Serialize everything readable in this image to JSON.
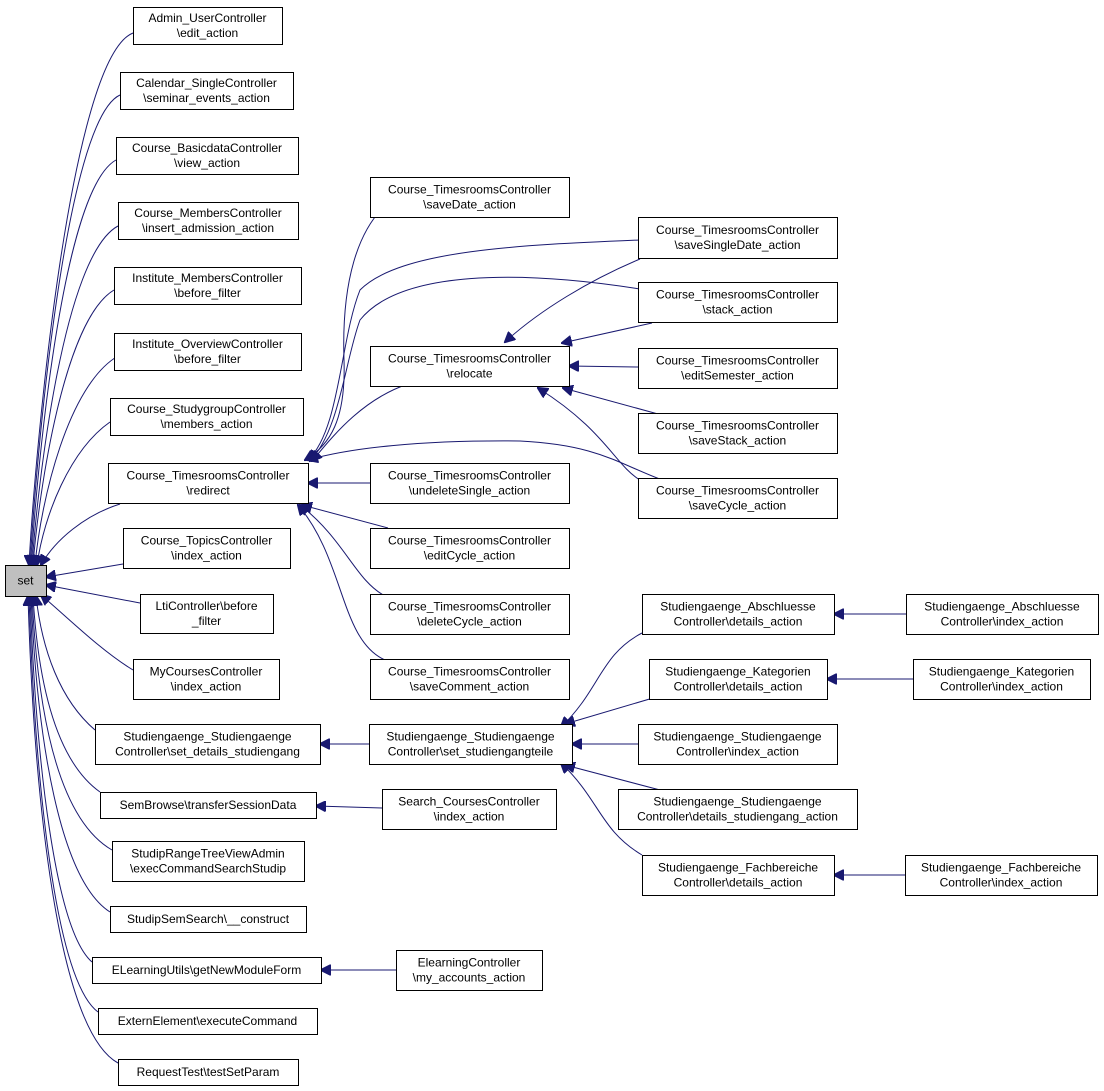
{
  "graph": {
    "edge_color": "#191970",
    "root_fill": "#bfbfbf",
    "node_fill": "#ffffff",
    "nodes": {
      "set": [
        "set"
      ],
      "admin_user": [
        "Admin_UserController",
        "\\edit_action"
      ],
      "calendar_single": [
        "Calendar_SingleController",
        "\\seminar_events_action"
      ],
      "course_basicdata": [
        "Course_BasicdataController",
        "\\view_action"
      ],
      "course_members": [
        "Course_MembersController",
        "\\insert_admission_action"
      ],
      "institute_members": [
        "Institute_MembersController",
        "\\before_filter"
      ],
      "institute_overview": [
        "Institute_OverviewController",
        "\\before_filter"
      ],
      "course_studygroup": [
        "Course_StudygroupController",
        "\\members_action"
      ],
      "ctr_redirect": [
        "Course_TimesroomsController",
        "\\redirect"
      ],
      "course_topics": [
        "Course_TopicsController",
        "\\index_action"
      ],
      "lti": [
        "LtiController\\before",
        "_filter"
      ],
      "mycourses": [
        "MyCoursesController",
        "\\index_action"
      ],
      "stud_set_details": [
        "Studiengaenge_Studiengaenge",
        "Controller\\set_details_studiengang"
      ],
      "sembrowse": [
        "SemBrowse\\transferSessionData"
      ],
      "studip_range": [
        "StudipRangeTreeViewAdmin",
        "\\execCommandSearchStudip"
      ],
      "studip_semsearch": [
        "StudipSemSearch\\__construct"
      ],
      "elearning_utils": [
        "ELearningUtils\\getNewModuleForm"
      ],
      "extern_element": [
        "ExternElement\\executeCommand"
      ],
      "request_test": [
        "RequestTest\\testSetParam"
      ],
      "ctr_savedate": [
        "Course_TimesroomsController",
        "\\saveDate_action"
      ],
      "ctr_relocate": [
        "Course_TimesroomsController",
        "\\relocate"
      ],
      "ctr_undelete": [
        "Course_TimesroomsController",
        "\\undeleteSingle_action"
      ],
      "ctr_editcycle": [
        "Course_TimesroomsController",
        "\\editCycle_action"
      ],
      "ctr_deletecycle": [
        "Course_TimesroomsController",
        "\\deleteCycle_action"
      ],
      "ctr_savecomment": [
        "Course_TimesroomsController",
        "\\saveComment_action"
      ],
      "stud_set_teile": [
        "Studiengaenge_Studiengaenge",
        "Controller\\set_studiengangteile"
      ],
      "search_courses": [
        "Search_CoursesController",
        "\\index_action"
      ],
      "elearning_ctrl": [
        "ElearningController",
        "\\my_accounts_action"
      ],
      "ctr_savesingledate": [
        "Course_TimesroomsController",
        "\\saveSingleDate_action"
      ],
      "ctr_stack": [
        "Course_TimesroomsController",
        "\\stack_action"
      ],
      "ctr_editsemester": [
        "Course_TimesroomsController",
        "\\editSemester_action"
      ],
      "ctr_savestack": [
        "Course_TimesroomsController",
        "\\saveStack_action"
      ],
      "ctr_savecycle": [
        "Course_TimesroomsController",
        "\\saveCycle_action"
      ],
      "abschluesse_details": [
        "Studiengaenge_Abschluesse",
        "Controller\\details_action"
      ],
      "kategorien_details": [
        "Studiengaenge_Kategorien",
        "Controller\\details_action"
      ],
      "stud_index": [
        "Studiengaenge_Studiengaenge",
        "Controller\\index_action"
      ],
      "stud_details": [
        "Studiengaenge_Studiengaenge",
        "Controller\\details_studiengang_action"
      ],
      "fachbereiche_details": [
        "Studiengaenge_Fachbereiche",
        "Controller\\details_action"
      ],
      "abschluesse_index": [
        "Studiengaenge_Abschluesse",
        "Controller\\index_action"
      ],
      "kategorien_index": [
        "Studiengaenge_Kategorien",
        "Controller\\index_action"
      ],
      "fachbereiche_index": [
        "Studiengaenge_Fachbereiche",
        "Controller\\index_action"
      ]
    }
  }
}
